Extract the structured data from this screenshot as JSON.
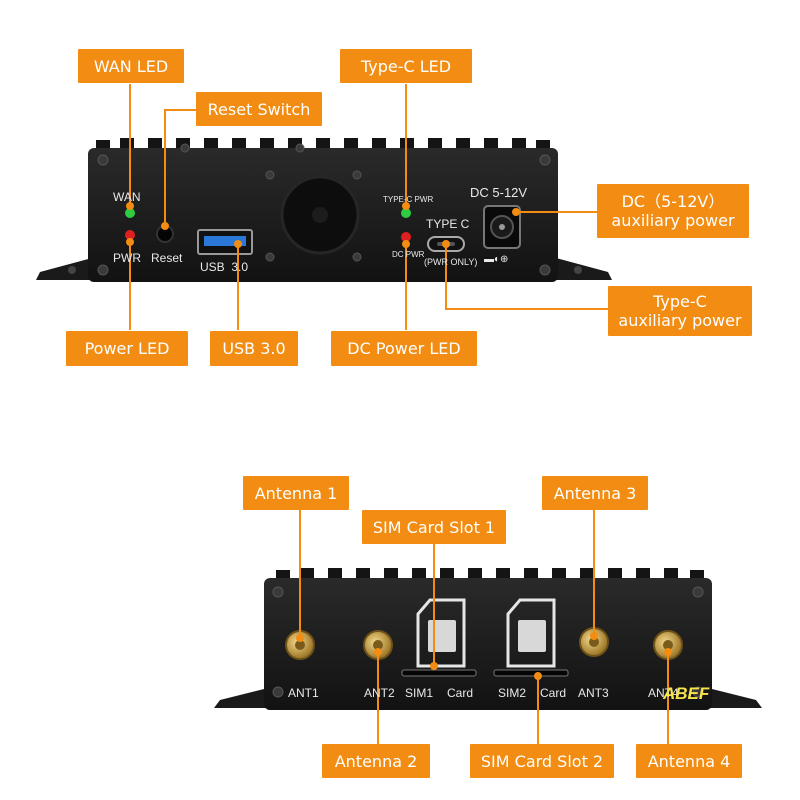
{
  "callouts": {
    "wan_led": "WAN LED",
    "reset_switch": "Reset Switch",
    "typec_led": "Type-C LED",
    "dc_aux_line1": "DC（5-12V）",
    "dc_aux_line2": "auxiliary power",
    "typec_aux_line1": "Type-C",
    "typec_aux_line2": "auxiliary power",
    "power_led": "Power LED",
    "usb30": "USB 3.0",
    "dc_power_led": "DC Power LED",
    "antenna1": "Antenna 1",
    "sim_slot1": "SIM Card Slot 1",
    "antenna3": "Antenna 3",
    "antenna2": "Antenna 2",
    "sim_slot2": "SIM Card Slot 2",
    "antenna4": "Antenna 4"
  },
  "front_panel": {
    "wan": "WAN",
    "pwr": "PWR",
    "reset": "Reset",
    "usb": "USB  3.0",
    "typec_pwr": "TYPE-C PWR",
    "dc_pwr": "DC PWR",
    "typec": "TYPE C",
    "pwr_only": "(PWR ONLY)",
    "dc_rating": "DC 5-12V",
    "polarity": "▬◐⊕"
  },
  "back_panel": {
    "ant1": "ANT1",
    "ant2": "ANT2",
    "sim1": "SIM1",
    "card1": "Card",
    "sim2": "SIM2",
    "card2": "Card",
    "ant3": "ANT3",
    "ant4": "ANT4"
  },
  "watermark": "ABEF",
  "colors": {
    "callout": "#f28c12",
    "panel": "#1e1e1e",
    "led_green": "#2ecc40",
    "led_red": "#e02020",
    "usb_blue": "#2a78d8",
    "antenna_gold": "#c8a045"
  }
}
